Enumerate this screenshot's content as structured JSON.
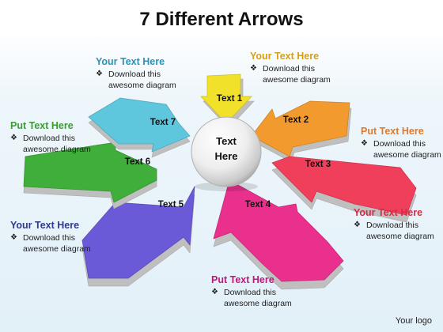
{
  "title": "7 Different Arrows",
  "center_label": "Text\nHere",
  "arrow_labels": [
    "Text 1",
    "Text 2",
    "Text 3",
    "Text 4",
    "Text 5",
    "Text 6",
    "Text 7"
  ],
  "callouts": [
    {
      "heading": "Your Text Here",
      "color": "#d4a017",
      "bullet": "❖",
      "text": "Download this\nawesome diagram"
    },
    {
      "heading": "Put Text Here",
      "color": "#e87722",
      "bullet": "❖",
      "text": "Download this\nawesome diagram"
    },
    {
      "heading": "Your Text Here",
      "color": "#d22d45",
      "bullet": "❖",
      "text": "Download this\nawesome diagram"
    },
    {
      "heading": "Put Text Here",
      "color": "#c0187a",
      "bullet": "❖",
      "text": "Download this\nawesome diagram"
    },
    {
      "heading": "Your Text Here",
      "color": "#2e3a8f",
      "bullet": "❖",
      "text": "Download this\nawesome diagram"
    },
    {
      "heading": "Put Text Here",
      "color": "#3d9b35",
      "bullet": "❖",
      "text": "Download this\nawesome diagram"
    },
    {
      "heading": "Your Text Here",
      "color": "#2a93b8",
      "bullet": "❖",
      "text": "Download this\nawesome diagram"
    }
  ],
  "arrow_colors": {
    "a1": "#f2e12a",
    "a2": "#f29a2e",
    "a3": "#ef3f5b",
    "a4": "#e8308c",
    "a5": "#6b5ad8",
    "a6": "#3fae3a",
    "a7": "#5ec6dd"
  },
  "logo": "Your logo"
}
